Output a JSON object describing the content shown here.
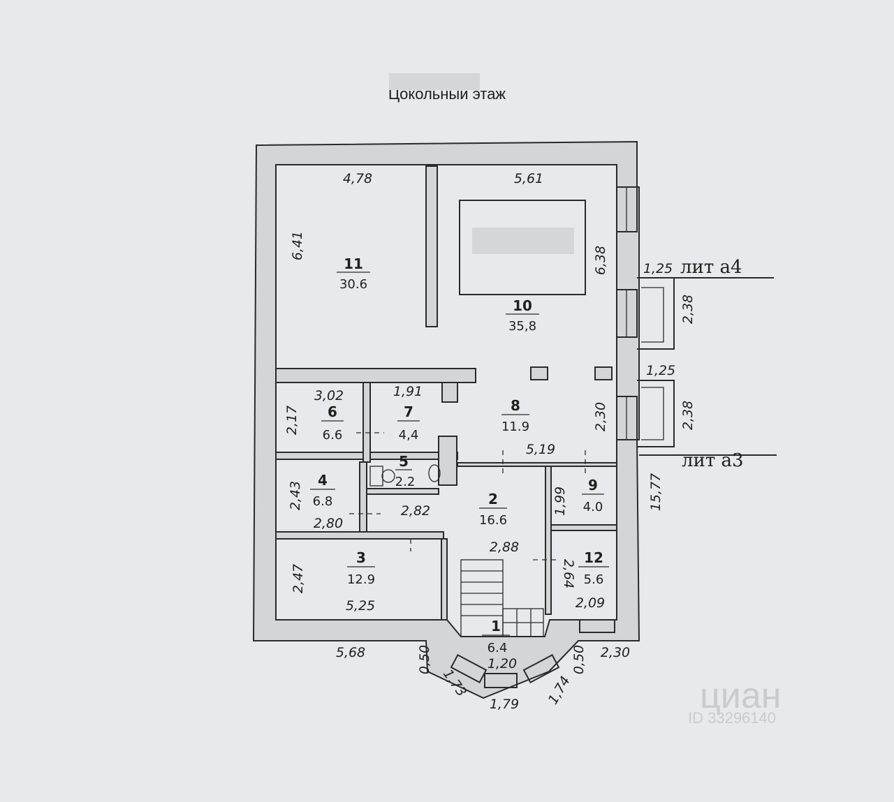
{
  "title": "Цокольный этаж",
  "rooms": [
    {
      "number": "1",
      "area": "6.4"
    },
    {
      "number": "2",
      "area": "16.6"
    },
    {
      "number": "3",
      "area": "12.9"
    },
    {
      "number": "4",
      "area": "6.8"
    },
    {
      "number": "5",
      "area": "2.2"
    },
    {
      "number": "6",
      "area": "6.6"
    },
    {
      "number": "7",
      "area": "4,4"
    },
    {
      "number": "8",
      "area": "11.9"
    },
    {
      "number": "9",
      "area": "4.0"
    },
    {
      "number": "10",
      "area": "35,8"
    },
    {
      "number": "11",
      "area": "30.6"
    },
    {
      "number": "12",
      "area": "5.6"
    }
  ],
  "dimensions": {
    "d_478": "4,78",
    "d_561": "5,61",
    "d_641": "6,41",
    "d_638": "6,38",
    "d_125a": "1,25",
    "d_125b": "1,25",
    "d_238a": "2,38",
    "d_238b": "2,38",
    "d_302": "3,02",
    "d_191": "1,91",
    "d_217": "2,17",
    "d_230a": "2,30",
    "d_519": "5,19",
    "d_243": "2,43",
    "d_280": "2,80",
    "d_282": "2,82",
    "d_199": "1,99",
    "d_1577": "15,77",
    "d_288": "2,88",
    "d_247": "2,47",
    "d_525": "5,25",
    "d_264": "2,64",
    "d_209": "2,09",
    "d_568": "5,68",
    "d_050a": "0,50",
    "d_173": "1,73",
    "d_120": "1,20",
    "d_179": "1,79",
    "d_174": "1,74",
    "d_050b": "0,50",
    "d_230b": "2,30"
  },
  "annexes": {
    "a4": "лит  а4",
    "a3": "лит  а3"
  },
  "watermark": {
    "brand": "циан",
    "id": "ID 33296140"
  }
}
